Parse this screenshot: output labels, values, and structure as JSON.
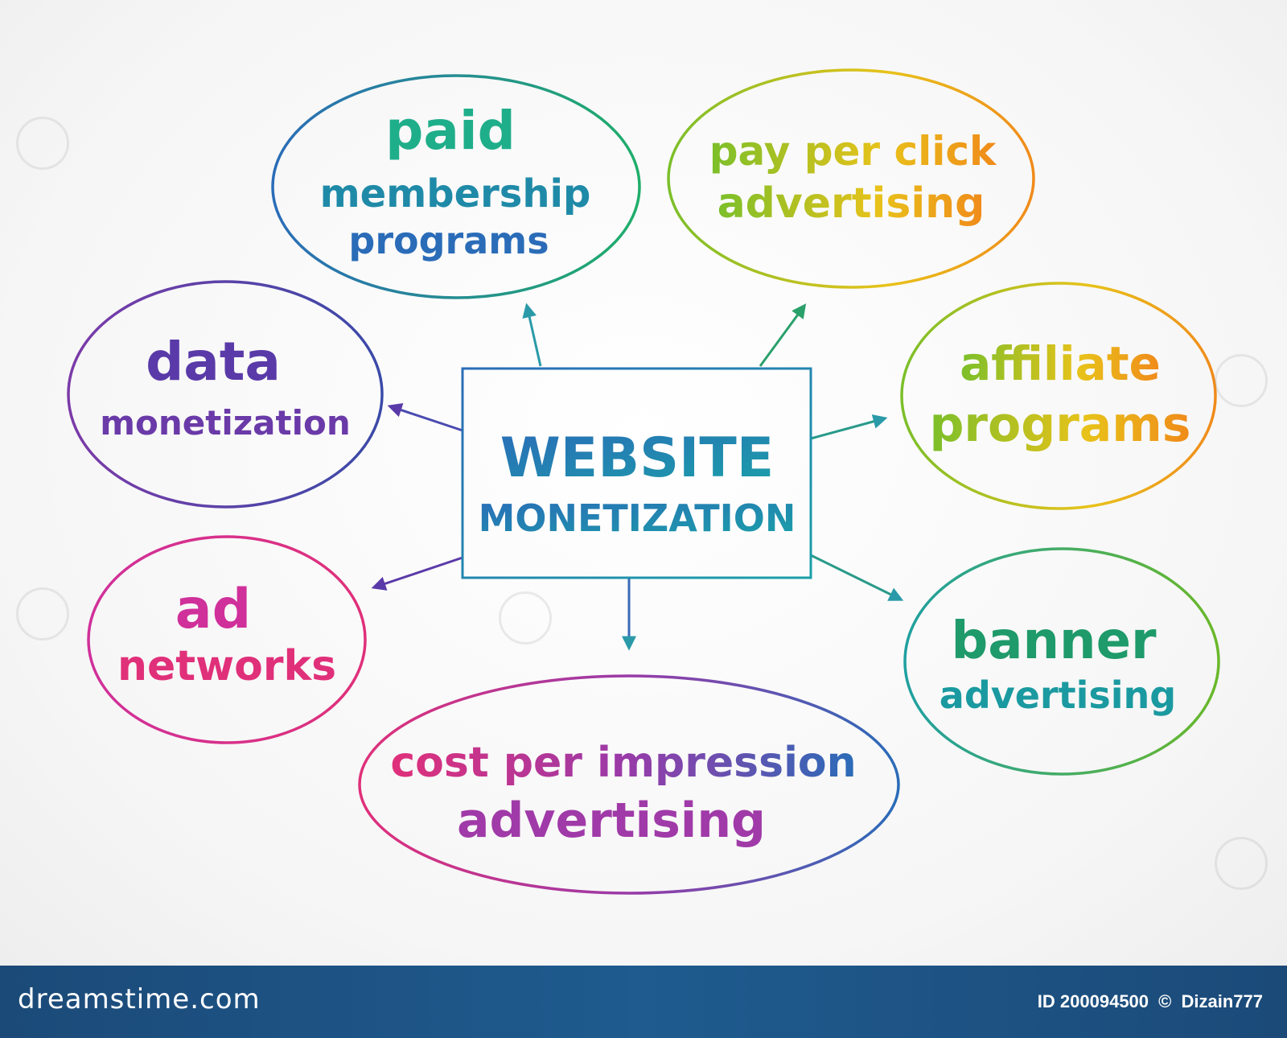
{
  "center": {
    "line1": "WEBSITE",
    "line2": "MONETIZATION"
  },
  "nodes": [
    {
      "id": "paid-membership",
      "lines": [
        "paid",
        "membership",
        "programs"
      ]
    },
    {
      "id": "pay-per-click",
      "lines": [
        "pay per click",
        "advertising"
      ]
    },
    {
      "id": "data-monetization",
      "lines": [
        "data",
        "monetization"
      ]
    },
    {
      "id": "affiliate",
      "lines": [
        "affiliate",
        "programs"
      ]
    },
    {
      "id": "ad-networks",
      "lines": [
        "ad",
        "networks"
      ]
    },
    {
      "id": "banner",
      "lines": [
        "banner",
        "advertising"
      ]
    },
    {
      "id": "cost-per-impression",
      "lines": [
        "cost per impression",
        "advertising"
      ]
    }
  ],
  "colors": {
    "teal": "#1a9a8c",
    "blue": "#2a6cb8",
    "green": "#7bbf2a",
    "yellow": "#e8c21a",
    "orange": "#f08a1a",
    "purple": "#6a3fa8",
    "magenta": "#c8329a",
    "pink": "#e0307a"
  },
  "footer": {
    "brand": "dreamstime.com",
    "id_label": "ID 200094500",
    "copyright": "©",
    "author": "Dizain777"
  }
}
